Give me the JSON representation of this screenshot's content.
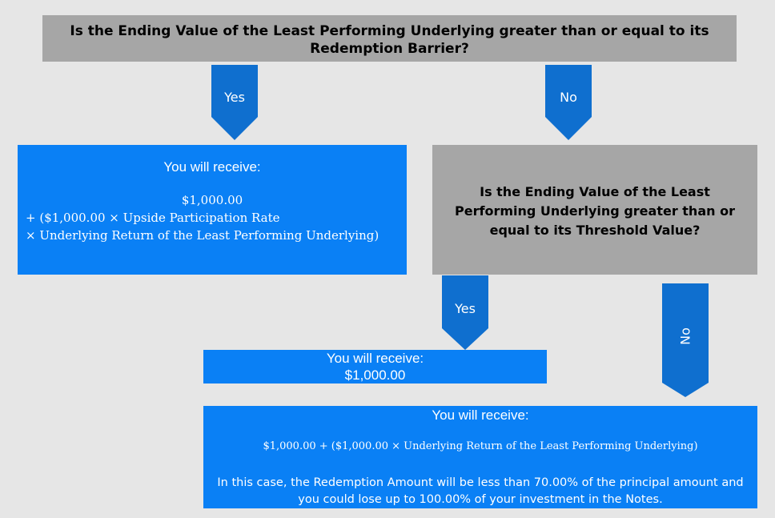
{
  "top_question": "Is the Ending Value of the Least Performing Underlying greater than or equal to its Redemption Barrier?",
  "arrow_yes_1": "Yes",
  "arrow_no_1": "No",
  "box_upside": {
    "heading": "You will receive:",
    "line1": "$1,000.00",
    "line2": "+ ($1,000.00 × Upside Participation Rate",
    "line3": "× Underlying Return of the Least Performing Underlying)"
  },
  "threshold_question": "Is the Ending Value of the Least Performing Underlying greater than or equal to its Threshold Value?",
  "arrow_yes_2": "Yes",
  "arrow_no_2": "No",
  "box_par": {
    "heading": "You will receive:",
    "amount": "$1,000.00"
  },
  "box_loss": {
    "heading": "You will receive:",
    "formula": "$1,000.00 + ($1,000.00 × Underlying Return of the Least Performing Underlying)",
    "note": "In this case, the Redemption Amount will be less than 70.00% of the principal amount and you could lose up to 100.00% of your investment in the Notes."
  },
  "colors": {
    "background": "#e6e6e6",
    "question_box": "#a6a6a6",
    "result_box": "#0a80f5",
    "arrow": "#0f6fcf"
  }
}
